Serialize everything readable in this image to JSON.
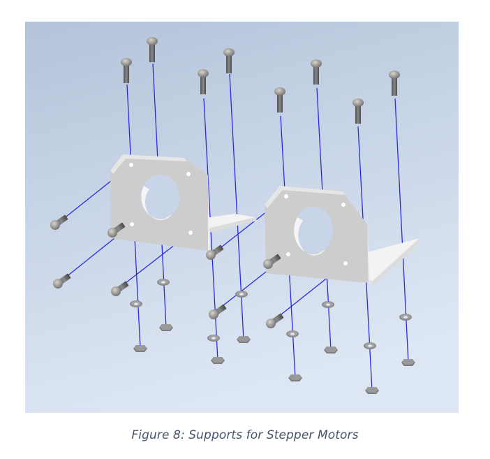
{
  "figure": {
    "caption": "Figure 8: Supports for Stepper Motors",
    "image_description": "Exploded 3D CAD assembly view of two stepper motor mounting brackets with screws, washers and nuts",
    "colors": {
      "background_top": "#b5c5da",
      "background_bottom": "#dbe5f3",
      "bracket": "#cfcfcf",
      "bracket_light": "#f2f2f2",
      "axis_lines": "#2a2ae0",
      "hardware": "#7a7a7a",
      "caption_text": "#44546a"
    },
    "parts": {
      "brackets": 2,
      "vertical_screws": 8,
      "horizontal_screws": 8,
      "washers": 8,
      "nuts": 8
    }
  }
}
